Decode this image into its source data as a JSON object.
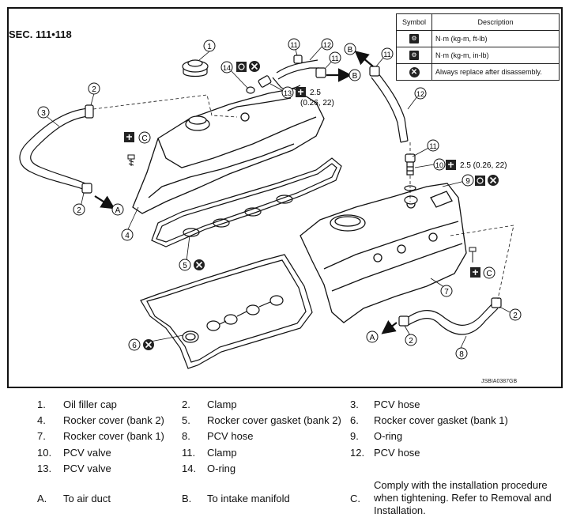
{
  "section_title": "SEC. 111•118",
  "figure_code": "JSBIA0387GB",
  "symbol_table": {
    "header_symbol": "Symbol",
    "header_description": "Description",
    "rows": [
      {
        "icon": "torque-wrench-icon",
        "description": "N·m (kg-m, ft-lb)"
      },
      {
        "icon": "torque-wrench-inlb-icon",
        "description": "N·m (kg-m, in-lb)"
      },
      {
        "icon": "always-replace-icon",
        "description": "Always replace after disassembly."
      }
    ]
  },
  "callouts": {
    "n1": "1",
    "n2": "2",
    "n3": "3",
    "n4": "4",
    "n5": "5",
    "n6": "6",
    "n7": "7",
    "n8": "8",
    "n9": "9",
    "n10": "10",
    "n11": "11",
    "n12": "12",
    "n13": "13",
    "n14": "14",
    "a": "A",
    "b": "B",
    "c": "C"
  },
  "torque_13": "2.5",
  "torque_13_sub": "(0.26, 22)",
  "torque_10": "2.5 (0.26, 22)",
  "legend": [
    {
      "num": "1.",
      "text": "Oil filler cap"
    },
    {
      "num": "2.",
      "text": "Clamp"
    },
    {
      "num": "3.",
      "text": "PCV hose"
    },
    {
      "num": "4.",
      "text": "Rocker cover (bank 2)"
    },
    {
      "num": "5.",
      "text": "Rocker cover gasket (bank 2)"
    },
    {
      "num": "6.",
      "text": "Rocker cover gasket (bank 1)"
    },
    {
      "num": "7.",
      "text": "Rocker cover (bank 1)"
    },
    {
      "num": "8.",
      "text": "PCV hose"
    },
    {
      "num": "9.",
      "text": "O-ring"
    },
    {
      "num": "10.",
      "text": "PCV valve"
    },
    {
      "num": "11.",
      "text": "Clamp"
    },
    {
      "num": "12.",
      "text": "PCV hose"
    },
    {
      "num": "13.",
      "text": "PCV valve"
    },
    {
      "num": "14.",
      "text": "O-ring"
    },
    {
      "num": "A.",
      "text": "To air duct"
    },
    {
      "num": "B.",
      "text": "To intake manifold"
    },
    {
      "num": "C.",
      "text": "Comply with the installation procedure when tightening. Refer to Removal and Installation."
    }
  ]
}
